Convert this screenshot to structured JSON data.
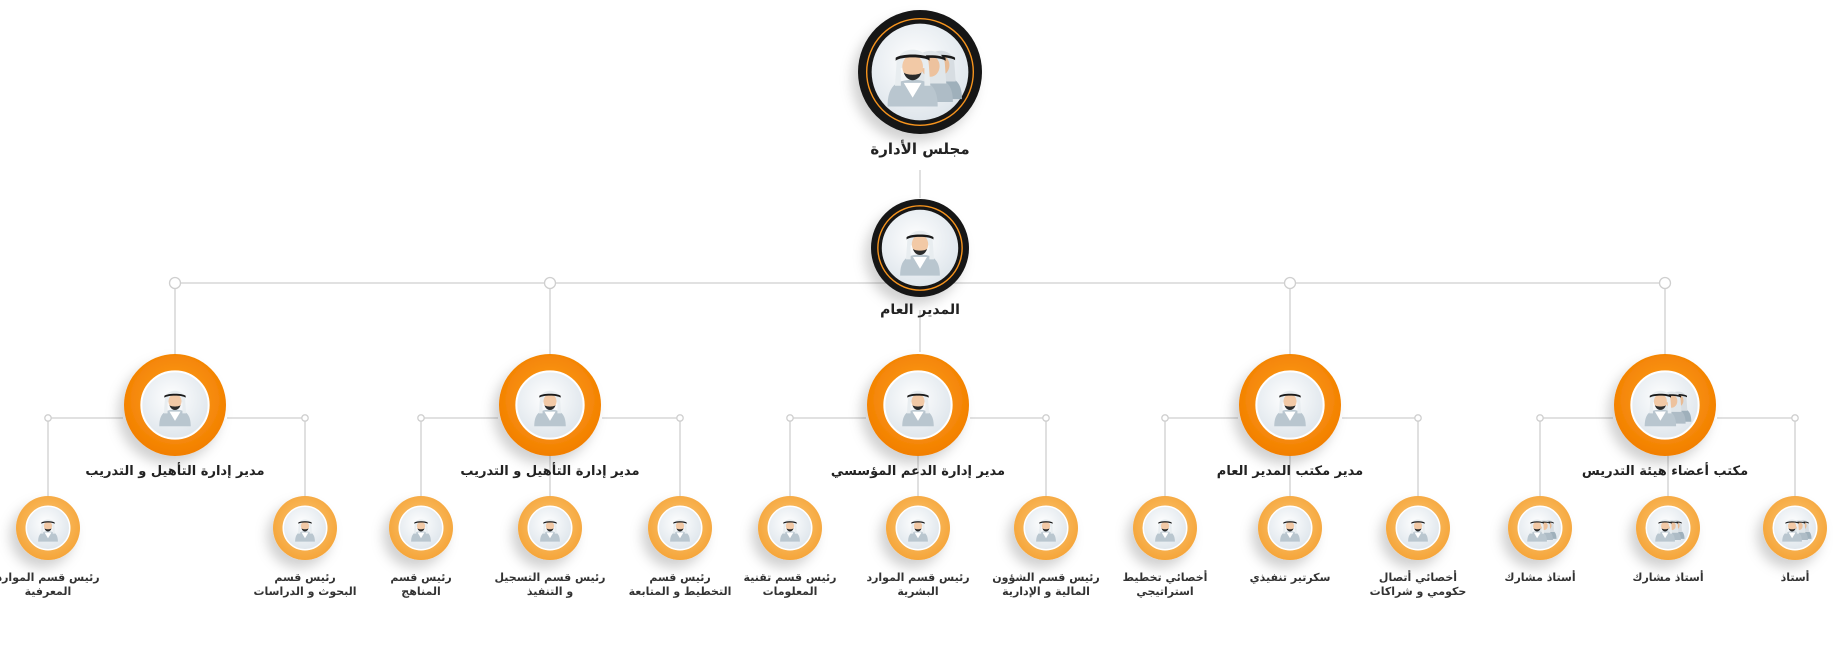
{
  "colors": {
    "connector": "#cfcfcf",
    "dark_ring": "#141414",
    "accent": "#f7941d",
    "accent_light": "#f9b658",
    "inner": "#e9eef2",
    "text": "#222222"
  },
  "icons": {
    "group": "group-person-icon",
    "single": "person-icon"
  },
  "top": {
    "board_label": "مجلس الأدارة",
    "gm_label": "المدير العام"
  },
  "departments": [
    {
      "label": "مدير إدارة التأهيل و التدريب",
      "icon": "single",
      "children": [
        {
          "l1": "رئيس قسم الموارد",
          "l2": "المعرفية"
        },
        {
          "l1": "رئيس قسم",
          "l2": "البحوث و الدراسات"
        }
      ]
    },
    {
      "label": "مدير إدارة التأهيل و التدريب",
      "icon": "single",
      "children": [
        {
          "l1": "رئيس قسم",
          "l2": "المناهج"
        },
        {
          "l1": "رئيس قسم التسجيل",
          "l2": "و التنفيذ"
        },
        {
          "l1": "رئيس قسم",
          "l2": "التخطيط و المتابعة"
        }
      ]
    },
    {
      "label": "مدير إدارة الدعم المؤسسي",
      "icon": "single",
      "children": [
        {
          "l1": "رئيس قسم تقنية",
          "l2": "المعلومات"
        },
        {
          "l1": "رئيس قسم الموارد",
          "l2": "البشرية"
        },
        {
          "l1": "رئيس قسم الشؤون",
          "l2": "المالية و الإدارية"
        }
      ]
    },
    {
      "label": "مدير مكتب المدير العام",
      "icon": "single",
      "children": [
        {
          "l1": "أخصائي تخطيط",
          "l2": "استراتيجي"
        },
        {
          "l1": "سكرتير تنفيذي",
          "l2": ""
        },
        {
          "l1": "أخصائي أتصال",
          "l2": "حكومي و شراكات"
        }
      ]
    },
    {
      "label": "مكتب أعضاء هيئة التدريس",
      "icon": "group",
      "children": [
        {
          "l1": "أستاذ مشارك",
          "l2": ""
        },
        {
          "l1": "أستاذ مشارك",
          "l2": ""
        },
        {
          "l1": "أستاذ",
          "l2": ""
        }
      ]
    }
  ]
}
